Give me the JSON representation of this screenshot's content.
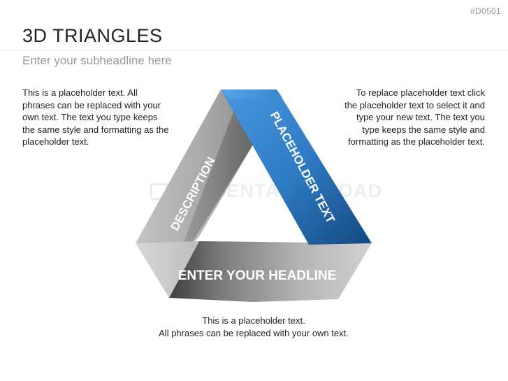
{
  "slide_id": "#D0501",
  "title": "3D TRIANGLES",
  "subtitle": "Enter your subheadline here",
  "text_left": "This is a placeholder text. All phrases can be replaced with your own text. The text you type keeps the same style and formatting as the placeholder text.",
  "text_right": "To replace placeholder text click the placeholder text to select it and type your new text. The text you type keeps the same style and formatting as the placeholder text.",
  "text_bottom_line1": "This is a placeholder text.",
  "text_bottom_line2": "All phrases can be replaced with your own text.",
  "watermark": "PRESENTATIONLOAD",
  "segments": {
    "left": "DESCRIPTION",
    "right": "PLACEHOLDER TEXT",
    "bottom": "ENTER YOUR HEADLINE"
  },
  "colors": {
    "accent_blue": "#2f7cc4",
    "grey": "#a8a8a8"
  }
}
